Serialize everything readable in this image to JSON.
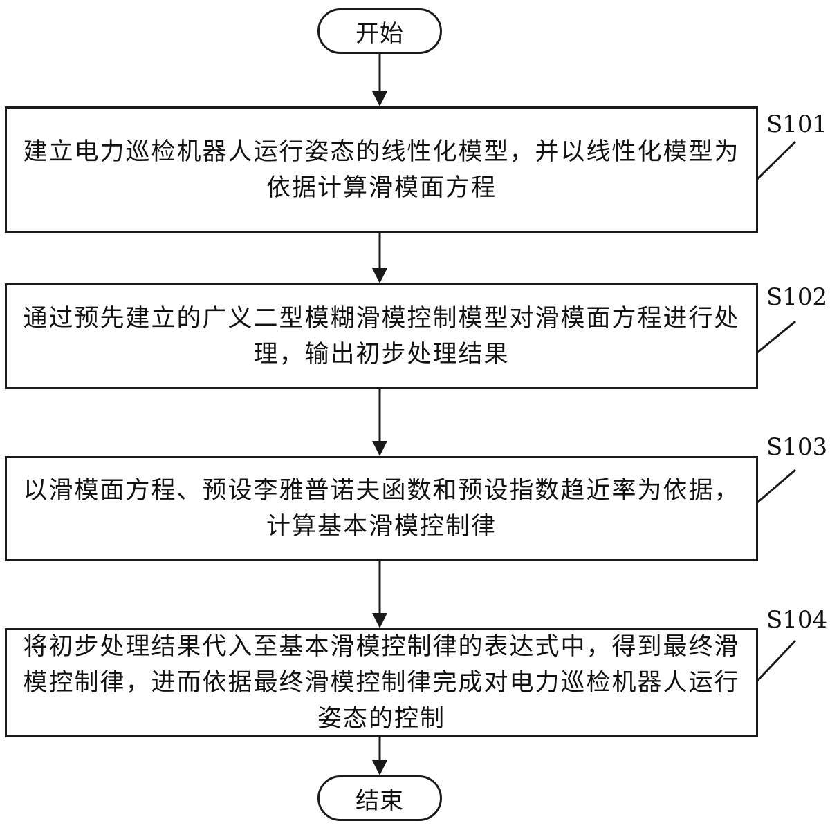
{
  "start": "开始",
  "end": "结束",
  "steps": [
    {
      "label": "S101",
      "text": "建立电力巡检机器人运行姿态的线性化模型，并以线性化模型为依据计算滑模面方程"
    },
    {
      "label": "S102",
      "text": "通过预先建立的广义二型模糊滑模控制模型对滑模面方程进行处理，输出初步处理结果"
    },
    {
      "label": "S103",
      "text": "以滑模面方程、预设李雅普诺夫函数和预设指数趋近率为依据，计算基本滑模控制律"
    },
    {
      "label": "S104",
      "text": "将初步处理结果代入至基本滑模控制律的表达式中，得到最终滑模控制律，进而依据最终滑模控制律完成对电力巡检机器人运行姿态的控制"
    }
  ]
}
